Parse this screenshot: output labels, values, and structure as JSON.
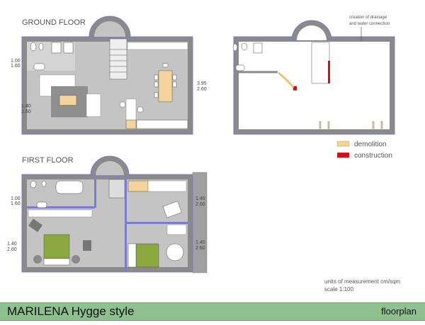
{
  "plans": {
    "ground_floor": {
      "title": "GROUND FLOOR",
      "dims": [
        {
          "top": "1.00",
          "bottom": "1.60"
        },
        {
          "top": "1.40",
          "bottom": "2.60"
        },
        {
          "top": "3.95",
          "bottom": "2.60"
        }
      ]
    },
    "ground_floor_works": {
      "annotation_line1": "creation of drainage",
      "annotation_line2": "and water connection"
    },
    "first_floor": {
      "title": "FIRST FLOOR",
      "dims": [
        {
          "top": "1.00",
          "bottom": "1.60"
        },
        {
          "top": "1.40",
          "bottom": "2.60"
        },
        {
          "top": "1.40",
          "bottom": "2.60"
        },
        {
          "top": "1.40",
          "bottom": "2.60"
        }
      ]
    }
  },
  "legend": {
    "items": [
      {
        "label": "demolition",
        "color": "#f5d58e"
      },
      {
        "label": "construction",
        "color": "#d0101a"
      }
    ]
  },
  "notes": {
    "units": "units of measurement cm/sqm",
    "scale": "scale 1:100"
  },
  "footer": {
    "title": "MARILENA Hygge style",
    "label": "floorplan",
    "color": "#8fc08f"
  }
}
